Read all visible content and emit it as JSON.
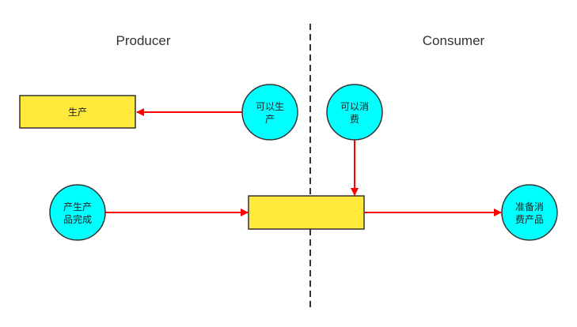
{
  "sections": {
    "producer": "Producer",
    "consumer": "Consumer"
  },
  "nodes": {
    "produce_box": {
      "label": "生产"
    },
    "buffer_box": {
      "label": ""
    },
    "can_produce": {
      "lines": [
        "可以生",
        "产"
      ]
    },
    "can_consume": {
      "lines": [
        "可以消",
        "费"
      ]
    },
    "produced_done": {
      "lines": [
        "产生产",
        "品完成"
      ]
    },
    "ready_consume": {
      "lines": [
        "准备消",
        "费产品"
      ]
    }
  },
  "colors": {
    "box_fill": "#FFE93B",
    "circle_fill": "#00FFFF",
    "arrow": "#FF0000",
    "stroke": "#333333"
  }
}
